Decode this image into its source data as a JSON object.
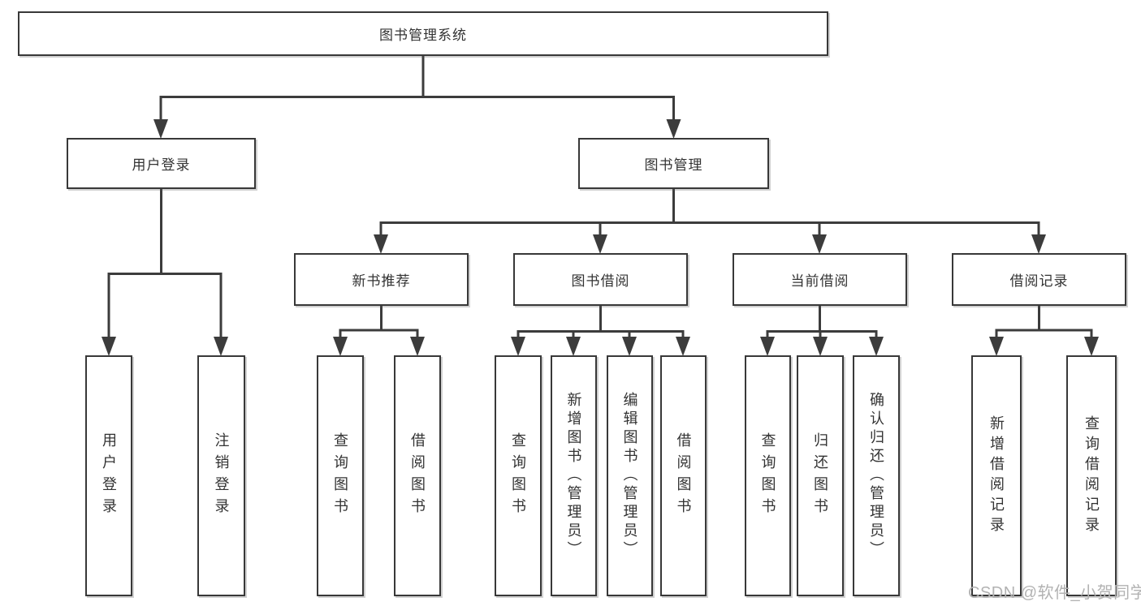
{
  "diagram_title": "图书管理系统",
  "nodes": {
    "root": {
      "label": "图书管理系统"
    },
    "user_login": {
      "label": "用户登录"
    },
    "book_mgmt": {
      "label": "图书管理"
    },
    "user_login_children": [
      {
        "label": "用户登录"
      },
      {
        "label": "注销登录"
      }
    ],
    "book_mgmt_children": [
      {
        "label": "新书推荐"
      },
      {
        "label": "图书借阅"
      },
      {
        "label": "当前借阅"
      },
      {
        "label": "借阅记录"
      }
    ],
    "new_book_rec_children": [
      {
        "label": "查询图书"
      },
      {
        "label": "借阅图书"
      }
    ],
    "book_borrow_children": [
      {
        "label": "查询图书"
      },
      {
        "label": "新增图书（管理员）"
      },
      {
        "label": "编辑图书（管理员）"
      },
      {
        "label": "借阅图书"
      }
    ],
    "current_borrow_children": [
      {
        "label": "查询图书"
      },
      {
        "label": "归还图书"
      },
      {
        "label": "确认归还（管理员）"
      }
    ],
    "borrow_records_children": [
      {
        "label": "新增借阅记录"
      },
      {
        "label": "查询借阅记录"
      }
    ]
  },
  "watermark": {
    "text": "CSDN @软件_小贺同学"
  },
  "colors": {
    "line": "#3c3c3c",
    "box_border": "#383838",
    "text": "#333333",
    "background": "#ffffff",
    "watermark": "#b2b2b2"
  }
}
